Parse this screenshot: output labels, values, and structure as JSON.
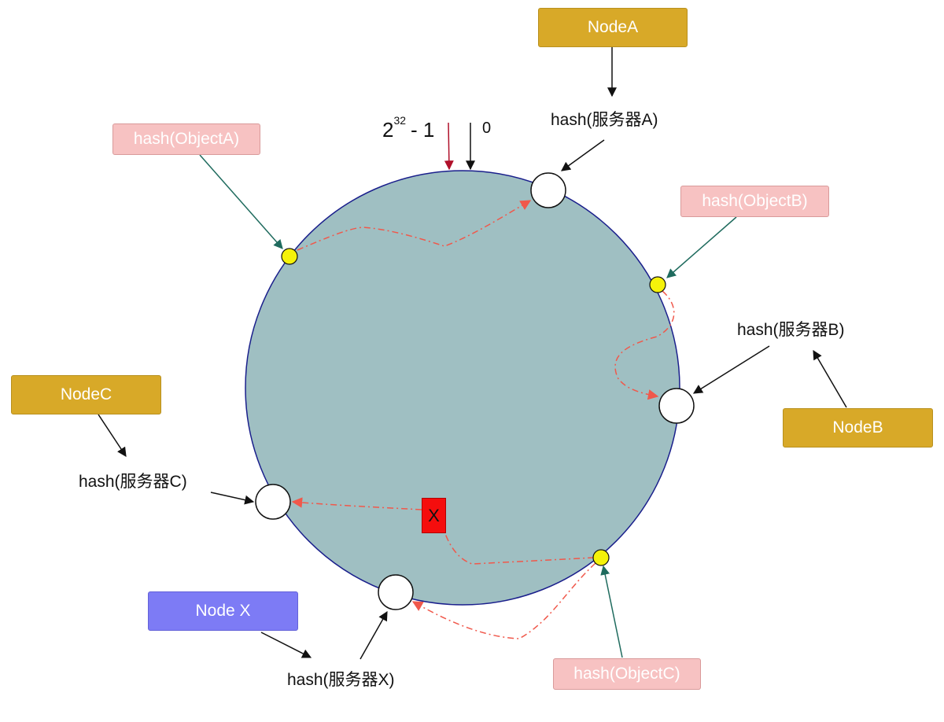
{
  "ring": {
    "top_label_base": "2",
    "top_label_exp": "32",
    "top_label_rest": "- 1",
    "zero_label": "0"
  },
  "nodes": {
    "a": {
      "box": "NodeA",
      "hash": "hash(服务器A)"
    },
    "b": {
      "box": "NodeB",
      "hash": "hash(服务器B)"
    },
    "c": {
      "box": "NodeC",
      "hash": "hash(服务器C)"
    },
    "x": {
      "box": "Node X",
      "hash": "hash(服务器X)"
    }
  },
  "objects": {
    "a": "hash(ObjectA)",
    "b": "hash(ObjectB)",
    "c": "hash(ObjectC)"
  },
  "removed_marker": "X",
  "colors": {
    "ring_fill": "#9fbfc2",
    "ring_stroke": "#1a1f8c",
    "node_box": "#d8a928",
    "node_x_box": "#7d7bf5",
    "object_box": "#f7c2c2",
    "object_point": "#f5f20a",
    "object_arrow": "#1f6b5e",
    "path_dash": "#f0584b",
    "removed_marker": "#f50d0d",
    "top_red_arrow": "#b0102a"
  }
}
